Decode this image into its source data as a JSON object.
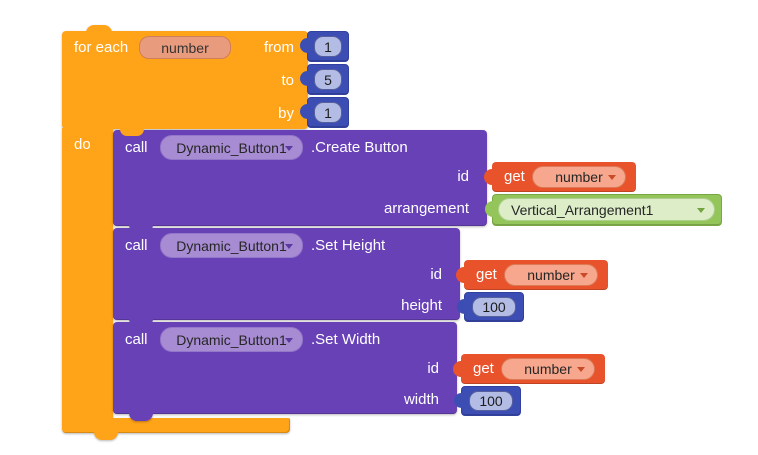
{
  "colors": {
    "control_block": "#FFA318",
    "method_call_block": "#6841B6",
    "variable_get_block": "#E8532C",
    "math_number_block": "#3C4EB3",
    "component_block": "#94C55B"
  },
  "foreach": {
    "label": "for each",
    "param": "number",
    "from_label": "from",
    "from_value": "1",
    "to_label": "to",
    "to_value": "5",
    "by_label": "by",
    "by_value": "1",
    "do_label": "do"
  },
  "calls": [
    {
      "call_label": "call",
      "component": "Dynamic_Button1",
      "method": ".Create Button",
      "params": [
        {
          "label": "id",
          "get_label": "get",
          "value": "number"
        },
        {
          "label": "arrangement",
          "value": "Vertical_Arrangement1"
        }
      ]
    },
    {
      "call_label": "call",
      "component": "Dynamic_Button1",
      "method": ".Set Height",
      "params": [
        {
          "label": "id",
          "get_label": "get",
          "value": "number"
        },
        {
          "label": "height",
          "value": "100"
        }
      ]
    },
    {
      "call_label": "call",
      "component": "Dynamic_Button1",
      "method": ".Set Width",
      "params": [
        {
          "label": "id",
          "get_label": "get",
          "value": "number"
        },
        {
          "label": "width",
          "value": "100"
        }
      ]
    }
  ]
}
